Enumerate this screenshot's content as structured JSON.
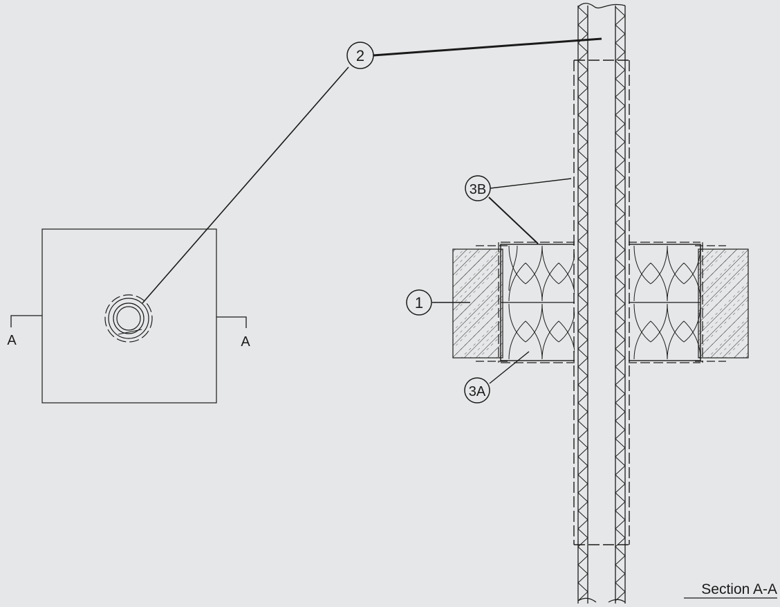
{
  "drawing": {
    "background": "#e6e7e8",
    "line_color": "#1a1a1a",
    "callouts": {
      "wall": "1",
      "pipe": "2",
      "packing": "3A",
      "sealant": "3B"
    },
    "section_marks": {
      "left": "A",
      "right": "A"
    },
    "section_title": "Section A-A"
  }
}
